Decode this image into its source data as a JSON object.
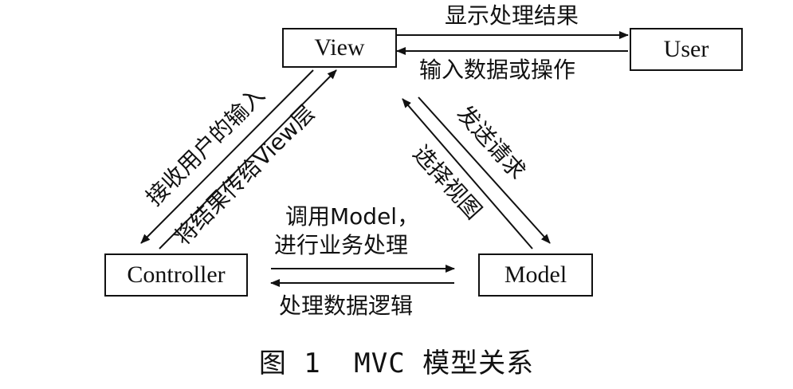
{
  "nodes": {
    "view": "View",
    "user": "User",
    "controller": "Controller",
    "model": "Model"
  },
  "edges": {
    "view_to_user": "显示处理结果",
    "user_to_view": "输入数据或操作",
    "view_to_controller": "接收用户的输入",
    "controller_to_view": "将结果传给View层",
    "view_to_model": "发送请求",
    "model_to_view": "选择视图",
    "controller_to_model_line1": "调用Model，",
    "controller_to_model_line2": "进行业务处理",
    "model_to_controller": "处理数据逻辑"
  },
  "caption": {
    "figure_number": "图 1",
    "title": "MVC 模型关系"
  }
}
